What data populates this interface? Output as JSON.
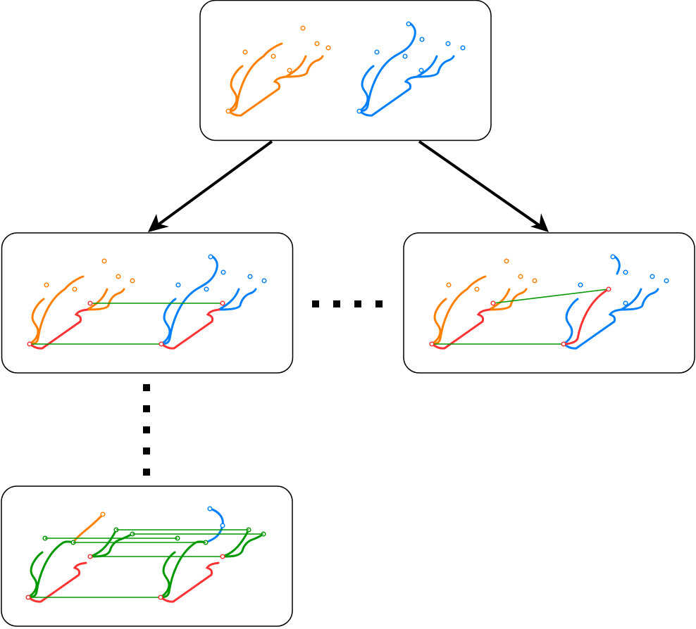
{
  "diagram": {
    "type": "search-tree",
    "nodes": [
      {
        "id": "root",
        "level": 0
      },
      {
        "id": "child-left",
        "level": 1
      },
      {
        "id": "child-right",
        "level": 1
      },
      {
        "id": "descendant-deep",
        "level": 3
      }
    ],
    "edges": [
      {
        "from": "root",
        "to": "child-left"
      },
      {
        "from": "root",
        "to": "child-right"
      }
    ],
    "ellipses": [
      "horizontal-between-children",
      "vertical-below-left-child"
    ]
  },
  "colors": {
    "left_tree": "#ff8000",
    "right_tree": "#0080ff",
    "matched_path": "#ff3333",
    "matched_tree": "#009900",
    "match_line": "#009900",
    "frame": "#000000",
    "arrow": "#000000"
  }
}
